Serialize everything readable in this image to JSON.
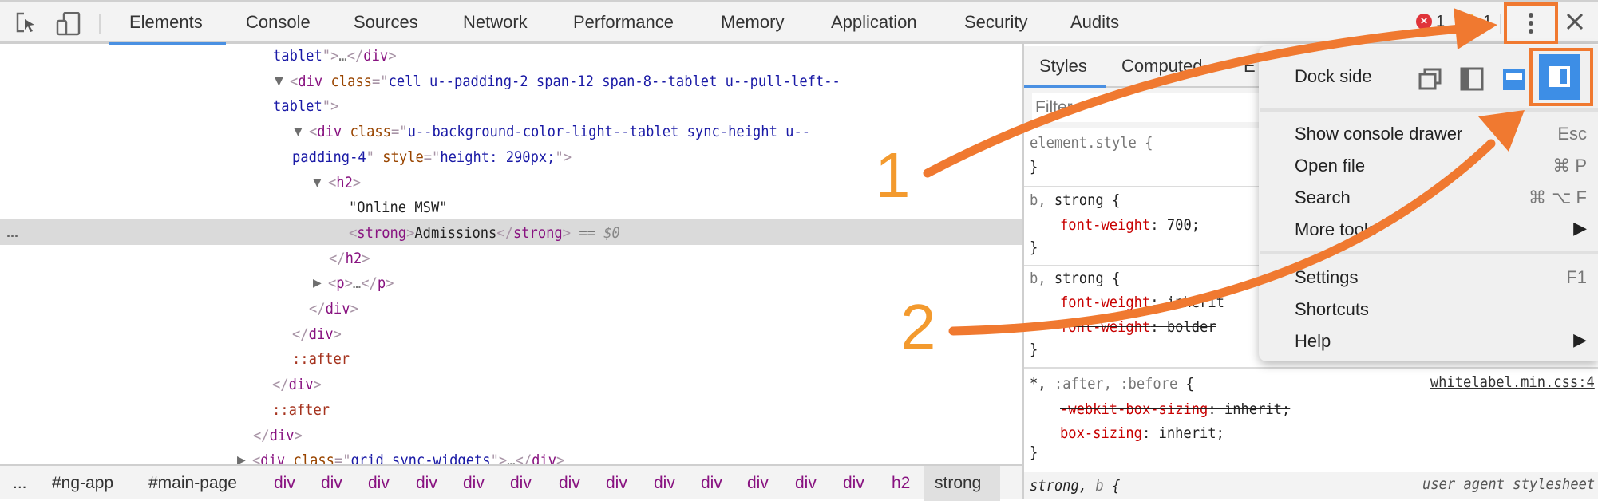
{
  "toolbar": {
    "tabs": [
      "Elements",
      "Console",
      "Sources",
      "Network",
      "Performance",
      "Memory",
      "Application",
      "Security",
      "Audits"
    ],
    "active_tab": "Elements",
    "error_count": "1",
    "warning_count": "1"
  },
  "elements": {
    "lines": [
      [
        [
          "tablet",
          "c-v"
        ],
        [
          "\"",
          "c-b"
        ],
        [
          ">",
          "c-b"
        ],
        [
          "…",
          "c-d"
        ],
        [
          "</",
          "c-b"
        ],
        [
          "div",
          "c-t"
        ],
        [
          ">",
          "c-b"
        ]
      ],
      [
        [
          "<",
          "c-b"
        ],
        [
          "div",
          "c-t"
        ],
        [
          " class",
          "c-a"
        ],
        [
          "=\"",
          "c-b"
        ],
        [
          "cell u--padding-2 span-12 span-8--tablet u--pull-left--",
          "c-v"
        ]
      ],
      [
        [
          "tablet",
          "c-v"
        ],
        [
          "\"",
          "c-b"
        ],
        [
          ">",
          "c-b"
        ]
      ],
      [
        [
          "<",
          "c-b"
        ],
        [
          "div",
          "c-t"
        ],
        [
          " class",
          "c-a"
        ],
        [
          "=\"",
          "c-b"
        ],
        [
          "u--background-color-light--tablet sync-height u--",
          "c-v"
        ]
      ],
      [
        [
          "padding-4",
          "c-v"
        ],
        [
          "\"",
          "c-b"
        ],
        [
          " style",
          "c-a"
        ],
        [
          "=\"",
          "c-b"
        ],
        [
          "height: 290px;",
          "c-v"
        ],
        [
          "\"",
          "c-b"
        ],
        [
          ">",
          "c-b"
        ]
      ],
      [
        [
          "<",
          "c-b"
        ],
        [
          "h2",
          "c-t"
        ],
        [
          ">",
          "c-b"
        ]
      ],
      [
        [
          "\"Online MSW\"",
          "c-x"
        ]
      ],
      [
        [
          "<",
          "c-b"
        ],
        [
          "strong",
          "c-t"
        ],
        [
          ">",
          "c-b"
        ],
        [
          "Admissions",
          "c-x"
        ],
        [
          "</",
          "c-b"
        ],
        [
          "strong",
          "c-t"
        ],
        [
          ">",
          "c-b"
        ],
        [
          " == ",
          "c-d"
        ],
        [
          "$0",
          "c-i"
        ]
      ],
      [
        [
          "</",
          "c-b"
        ],
        [
          "h2",
          "c-t"
        ],
        [
          ">",
          "c-b"
        ]
      ],
      [
        [
          "<",
          "c-b"
        ],
        [
          "p",
          "c-t"
        ],
        [
          ">",
          "c-b"
        ],
        [
          "…",
          "c-d"
        ],
        [
          "</",
          "c-b"
        ],
        [
          "p",
          "c-t"
        ],
        [
          ">",
          "c-b"
        ]
      ],
      [
        [
          "</",
          "c-b"
        ],
        [
          "div",
          "c-t"
        ],
        [
          ">",
          "c-b"
        ]
      ],
      [
        [
          "</",
          "c-b"
        ],
        [
          "div",
          "c-t"
        ],
        [
          ">",
          "c-b"
        ]
      ],
      [
        [
          "::after",
          "c-p"
        ]
      ],
      [
        [
          "</",
          "c-b"
        ],
        [
          "div",
          "c-t"
        ],
        [
          ">",
          "c-b"
        ]
      ],
      [
        [
          "::after",
          "c-p"
        ]
      ],
      [
        [
          "</",
          "c-b"
        ],
        [
          "div",
          "c-t"
        ],
        [
          ">",
          "c-b"
        ]
      ],
      [
        [
          "<",
          "c-b"
        ],
        [
          "div",
          "c-t"
        ],
        [
          " class",
          "c-a"
        ],
        [
          "=\"",
          "c-b"
        ],
        [
          "grid sync-widgets",
          "c-v"
        ],
        [
          "\"",
          "c-b"
        ],
        [
          ">",
          "c-b"
        ],
        [
          "…",
          "c-d"
        ],
        [
          "</",
          "c-b"
        ],
        [
          "div",
          "c-t"
        ],
        [
          ">",
          "c-b"
        ]
      ]
    ],
    "selected_gutter": "..."
  },
  "breadcrumbs": [
    "...",
    "#ng-app",
    "#main-page",
    "div",
    "div",
    "div",
    "div",
    "div",
    "div",
    "div",
    "div",
    "div",
    "div",
    "div",
    "div",
    "div",
    "h2",
    "strong"
  ],
  "styles": {
    "tabs": [
      "Styles",
      "Computed",
      "E"
    ],
    "filter_placeholder": "Filter",
    "r1_sel": "element.style {",
    "close": "}",
    "r2_sel_dim": "b, ",
    "r2_sel": "strong {",
    "r2_prop": "font-weight",
    "r2_val": ": 700;",
    "r3_sel_dim": "b, ",
    "r3_sel": "strong {",
    "r3_p1": "font-weight",
    "r3_v1": ": inherit",
    "r3_p2": "font-weight",
    "r3_v2": ": bolder",
    "r4_sel": "*, ",
    "r4_sel_dim": ":after, :before",
    "r4_brace": " {",
    "r4_src": "whitelabel.min.css:4",
    "r4_p1": "-webkit-box-sizing",
    "r4_v1": ": inherit;",
    "r4_p2": "box-sizing",
    "r4_v2": ": inherit;",
    "r5_sel": "strong, ",
    "r5_sel_dim": "b",
    "r5_brace": " {",
    "r5_src": "user agent stylesheet"
  },
  "menu": {
    "dock_label": "Dock side",
    "dock_options": [
      "undock-into-separate-window",
      "dock-to-left",
      "dock-to-bottom",
      "dock-to-right"
    ],
    "dock_selected": "dock-to-right",
    "items": [
      {
        "label": "Show console drawer",
        "shortcut": "Esc"
      },
      {
        "label": "Open file",
        "shortcut": "⌘ P"
      },
      {
        "label": "Search",
        "shortcut": "⌘ ⌥ F"
      },
      {
        "label": "More tools",
        "shortcut": "▶"
      },
      {
        "label": "Settings",
        "shortcut": "F1"
      },
      {
        "label": "Shortcuts",
        "shortcut": ""
      },
      {
        "label": "Help",
        "shortcut": "▶"
      }
    ]
  },
  "annotations": {
    "step1": "1",
    "step2": "2",
    "color": "#f07930",
    "label_color": "#f39a2e"
  },
  "colors": {
    "accent": "#4a90e2",
    "dock_selected": "#3d8ee6"
  }
}
